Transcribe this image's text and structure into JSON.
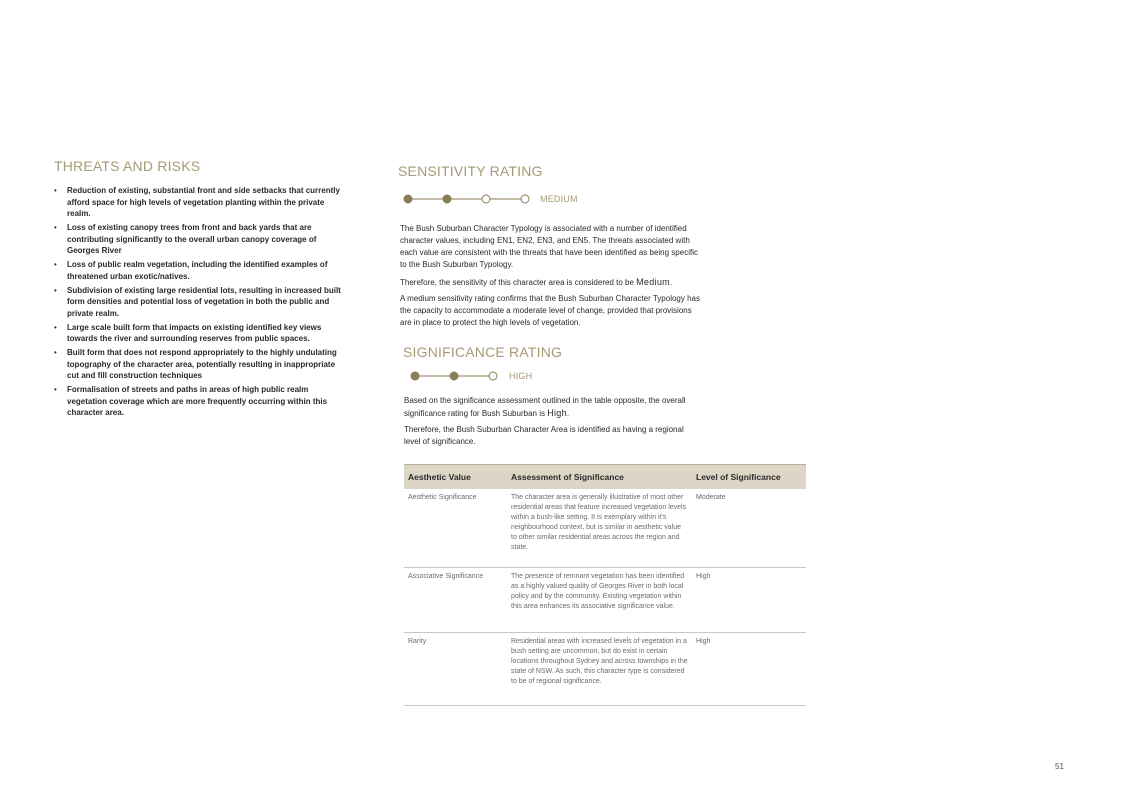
{
  "threats": {
    "heading": "THREATS AND RISKS",
    "items": [
      "Reduction of existing, substantial front and side setbacks that currently afford space for high levels of vegetation planting within the private realm.",
      "Loss of existing canopy trees from front and back yards that are contributing significantly to the overall urban canopy coverage of Georges River",
      "Loss of public realm vegetation, including the identified examples of threatened urban exotic/natives.",
      "Subdivision of existing large residential lots, resulting in increased built form densities and potential loss of vegetation in both the public and private realm.",
      "Large scale built form that impacts on existing identified key views towards the river and surrounding reserves from public spaces.",
      "Built form that does not respond appropriately to the highly undulating topography of the character area, potentially resulting in inappropriate cut and fill construction techniques",
      "Formalisation of streets and paths in areas of high public realm vegetation coverage which are more frequently occurring within this character area."
    ]
  },
  "sensitivity": {
    "heading": "SENSITIVITY RATING",
    "rating_label": "MEDIUM",
    "filled": 2,
    "total": 4,
    "p1": "The Bush Suburban Character Typology is associated with a number of identified character values, including EN1, EN2, EN3, and EN5. The threats associated with each value are consistent with the threats that have been identified as being specific to the Bush Suburban Typology.",
    "p2_prefix": "Therefore, the sensitivity of this character area is considered to be ",
    "p2_emph": "Medium",
    "p2_suffix": ".",
    "p3": "A medium sensitivity rating confirms that the Bush Suburban Character Typology has the capacity to accommodate a moderate level of change, provided that provisions are in place to protect the high levels of vegetation."
  },
  "significance": {
    "heading": "SIGNIFICANCE RATING",
    "rating_label": "HIGH",
    "filled": 2,
    "total": 3,
    "p1_prefix": "Based on the significance assessment outlined in the table opposite, the overall significance rating for Bush Suburban is ",
    "p1_emph": "High",
    "p1_suffix": ".",
    "p2": "Therefore, the Bush Suburban Character Area is identified as having a regional level of significance."
  },
  "table": {
    "headers": [
      "Aesthetic Value",
      "Assessment of Significance",
      "Level of Significance"
    ],
    "rows": [
      [
        "Aesthetic Significance",
        "The character area is generally illustrative of most other residential areas that feature increased vegetation levels within a bush-like setting. It is exemplary within it's neighbourhood context, but is similar in aesthetic value to other similar residential areas across the region and state.",
        "Moderate"
      ],
      [
        "Associative Significance",
        "The presence of remnant vegetation has been identified as a highly valued quality of Georges River in both local policy and by the community. Existing vegetation within this area enhances its associative significance value.",
        "High"
      ],
      [
        "Rarity",
        "Residential areas with increased levels of vegetation in a bush setting are uncommon, but do exist in certain locations throughout Sydney and across townships in the state of NSW. As such, this character type is considered to be of regional significance.",
        "High"
      ]
    ]
  },
  "page_number": "51",
  "colors": {
    "accent": "#a69a76",
    "dot": "#8a7d57",
    "table_header": "#ddd6c6"
  }
}
